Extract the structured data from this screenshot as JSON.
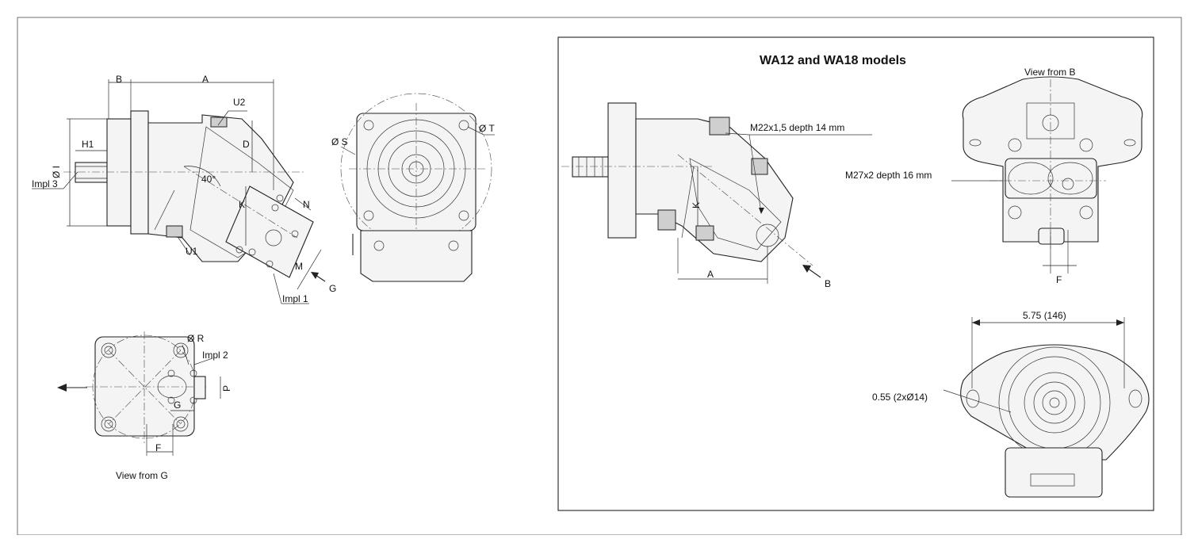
{
  "left": {
    "labels": {
      "A": "A",
      "B": "B",
      "U2": "U2",
      "D": "D",
      "H1": "H1",
      "OI": "Ø I",
      "impl3": "Impl 3",
      "angle": "40°",
      "K": "K",
      "N": "N",
      "U1": "U1",
      "M": "M",
      "G_arrow": "G",
      "impl1": "Impl 1",
      "OS": "Ø S",
      "OT": "Ø T",
      "OR": "Ø R",
      "impl2": "Impl 2",
      "P": "P",
      "G_dim": "G",
      "F": "F"
    },
    "view_caption": "View from G"
  },
  "right": {
    "title": "WA12 and WA18 models",
    "view_from_b": "View from B",
    "m22": "M22x1,5 depth 14 mm",
    "m27": "M27x2 depth 16 mm",
    "K": "K",
    "A": "A",
    "B": "B",
    "F": "F",
    "width_dim": "5.75 (146)",
    "hole_dim": "0.55 (2xØ14)"
  }
}
